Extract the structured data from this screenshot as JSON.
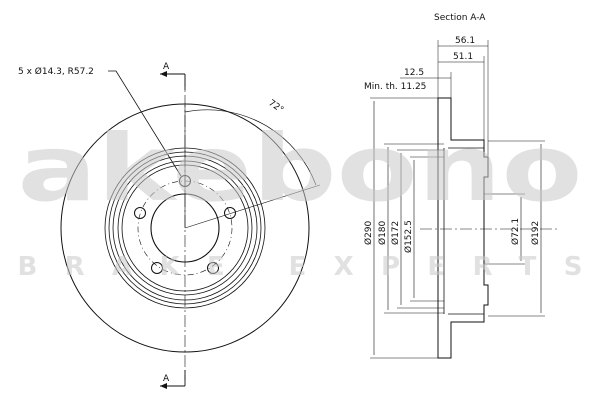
{
  "watermark": {
    "brand": "akebono",
    "tagline": "BRAKE EXPERTS",
    "color": "#c9c9c9"
  },
  "front_view": {
    "bolt_note": "5 x Ø14.3, R57.2",
    "angle": "72°",
    "section_mark_top": "A",
    "section_mark_bottom": "A"
  },
  "section_view": {
    "title": "Section A-A",
    "dim_overall_width": "56.1",
    "dim_hat_width": "51.1",
    "dim_thickness": "12.5",
    "min_thickness": "Min. th. 11.25",
    "dim_d290": "Ø290",
    "dim_d180": "Ø180",
    "dim_d172": "Ø172",
    "dim_d152_5": "Ø152.5",
    "dim_d72_1": "Ø72.1",
    "dim_d192": "Ø192"
  },
  "colors": {
    "line": "#111111",
    "watermark": "#c9c9c9"
  }
}
